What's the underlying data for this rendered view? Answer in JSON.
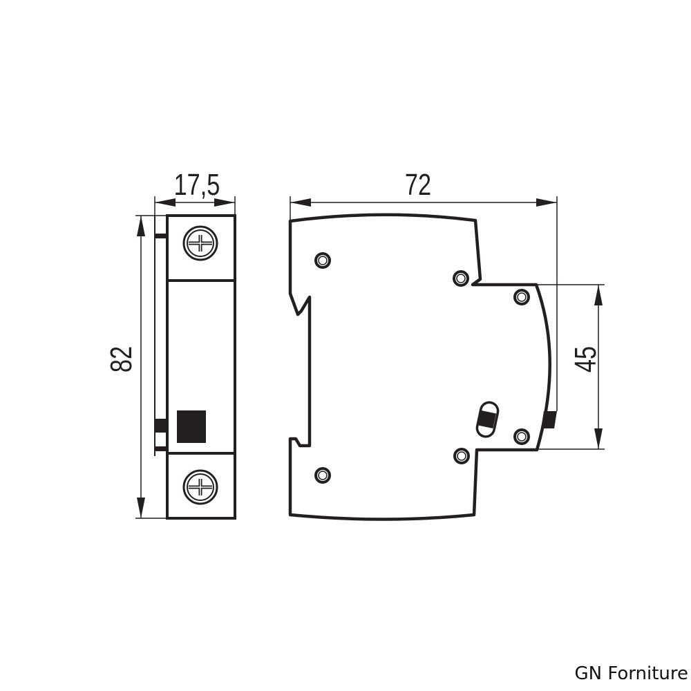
{
  "drawing": {
    "line_color": "#231f20",
    "dimensions": {
      "width_front": "17,5",
      "height": "82",
      "depth": "72",
      "front_height": "45"
    }
  },
  "footer": {
    "brand": "GN Forniture"
  }
}
